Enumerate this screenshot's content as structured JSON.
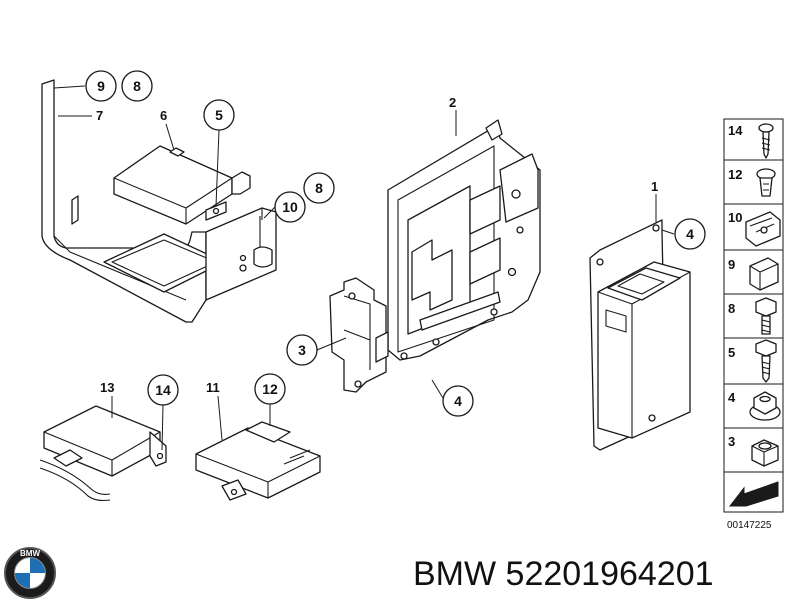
{
  "labels": {
    "l1": "1",
    "l2": "2",
    "l6": "6",
    "l7": "7",
    "l11": "11",
    "l13": "13"
  },
  "bubbles": {
    "b9": "9",
    "b8a": "8",
    "b5": "5",
    "b10": "10",
    "b8b": "8",
    "b4a": "4",
    "b3": "3",
    "b4b": "4",
    "b14": "14",
    "b12": "12"
  },
  "panel": {
    "items": [
      "14",
      "12",
      "10",
      "9",
      "8",
      "5",
      "4",
      "3"
    ],
    "ref_number": "00147225"
  },
  "brand": {
    "logo_text": "BMW",
    "part_text": "BMW 52201964201"
  }
}
